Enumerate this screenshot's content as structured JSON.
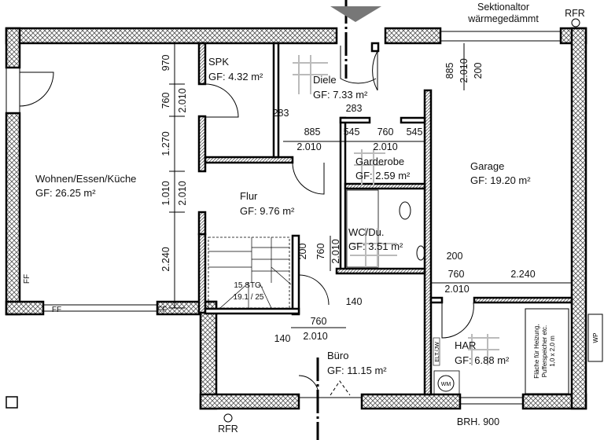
{
  "rooms": [
    {
      "name": "SPK",
      "area": "GF: 4.32 m²"
    },
    {
      "name": "Diele",
      "area": "GF: 7.33 m²"
    },
    {
      "name": "Wohnen/Essen/Küche",
      "area": "GF: 26.25 m²"
    },
    {
      "name": "Flur",
      "area": "GF: 9.76 m²"
    },
    {
      "name": "Garderobe",
      "area": "GF: 2.59 m²"
    },
    {
      "name": "Garage",
      "area": "GF: 19.20 m²"
    },
    {
      "name": "WC/Du.",
      "area": "GF: 3.51 m²"
    },
    {
      "name": "Büro",
      "area": "GF: 11.15 m²"
    },
    {
      "name": "HAR",
      "area": "GF: 6.88 m²"
    }
  ],
  "dimensions": [
    "970",
    "760",
    "2.010",
    "1.270",
    "1.010",
    "2.010",
    "2.240",
    "283",
    "283",
    "885",
    "2.010",
    "545",
    "760",
    "545",
    "2.010",
    "885",
    "2.010",
    "200",
    "200",
    "760",
    "2.010",
    "140",
    "760",
    "2.010",
    "140",
    "200",
    "760",
    "2.010",
    "2.240"
  ],
  "annotations": {
    "garage_door_line1": "Sektionaltor",
    "garage_door_line2": "wärmegedämmt",
    "rfr_top": "RFR",
    "rfr_bottom": "RFR",
    "window_sill": "BRH. 900",
    "heat_pump": "WP",
    "storage_line1": "Fläche für Heizung,",
    "storage_line2": "Pufferspeicher etc.",
    "storage_line3": "1,0 x 2,0 m",
    "stairs_count": "15 STG.",
    "stairs_ratio": "19.1 / 25",
    "ff_1": "FF",
    "ff_2": "FF",
    "ff_3": "FF",
    "electrical": "ELT./JW",
    "washing_machine": "WM"
  },
  "colors": {
    "wall": "#000000",
    "hatch": "#555555",
    "furniture_grid": "#bbbbbb",
    "entrance_marker": "#777777"
  }
}
